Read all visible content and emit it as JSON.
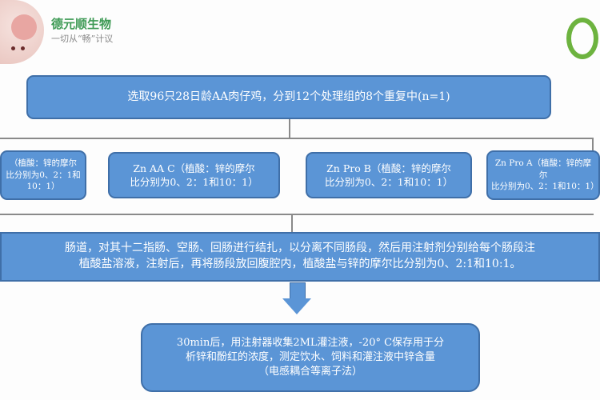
{
  "header": {
    "brand": "德元顺生物",
    "slogan": "一切从“畅”计议"
  },
  "flow": {
    "top": "选取96只28日龄AA肉仔鸡，分到12个处理组的8个重复中(n=1)",
    "groups": [
      {
        "line1": "（植酸：锌的摩尔",
        "line2": "比分别为0、2：1和10：1）"
      },
      {
        "line1": "Zn AA C（植酸：锌的摩尔",
        "line2": "比分别为0、2：1和10：1）"
      },
      {
        "line1": "Zn Pro B（植酸：锌的摩尔",
        "line2": "比分别为0、2：1和10：1）"
      },
      {
        "line1": "Zn Pro A（植酸：锌的摩尔",
        "line2": "比分别为0、2：1和10：1）"
      }
    ],
    "middle": {
      "line1": "肠道，对其十二指肠、空肠、回肠进行结扎，以分离不同肠段，然后用注射剂分别给每个肠段注",
      "line2": "植酸盐溶液，注射后，再将肠段放回腹腔内，植酸盐与锌的摩尔比分别为0、2:1和10:1。"
    },
    "bottom": {
      "line1": "30min后，用注射器收集2ML灌注液，-20° C保存用于分",
      "line2": "析锌和酚红的浓度，测定饮水、饲料和灌注液中锌含量",
      "line3": "（电感耦合等离子法）"
    }
  },
  "colors": {
    "box": "#5b95d6",
    "box_border": "#3f6fa8",
    "brand": "#3e9a55",
    "ring": "#6db33f"
  }
}
